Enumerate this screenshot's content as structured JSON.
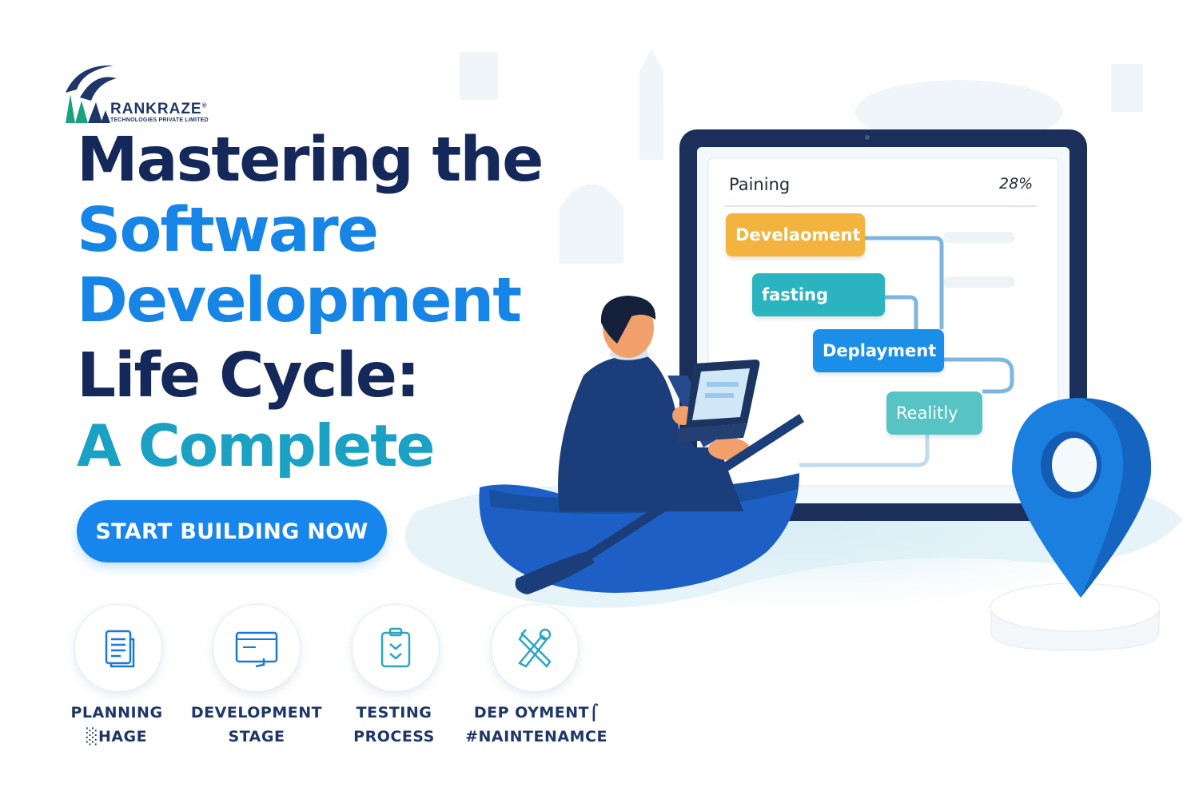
{
  "brand": {
    "name": "RANKRAZE",
    "registered_mark": "®",
    "tagline": "TECHNOLOGIES PRIVATE LIMITED"
  },
  "headline": {
    "line1": "Mastering the",
    "line2": "Software",
    "line3": "Development",
    "line4": "Life Cycle:",
    "line5": "A Complete"
  },
  "cta": {
    "label": "START BUILDING NOW"
  },
  "monitor": {
    "title": "Paining",
    "percent": "28%",
    "cards": [
      "Develaoment",
      "fasting",
      "Deplayment",
      "Realitly"
    ]
  },
  "stages": [
    {
      "icon": "document-icon",
      "line1": "PLANNING",
      "line2": "░HAGE"
    },
    {
      "icon": "monitor-icon",
      "line1": "DEVELOPMENT",
      "line2": "STAGE"
    },
    {
      "icon": "clipboard-icon",
      "line1": "TESTING",
      "line2": "PROCESS"
    },
    {
      "icon": "tools-icon",
      "line1": "DEP  OYMENT⌠",
      "line2": "#NAINTENAMCE"
    }
  ],
  "colors": {
    "navy": "#14285a",
    "blue": "#1685e6",
    "teal": "#1aa1c4",
    "cta": "#1686ec",
    "card_yellow": "#f2b33f",
    "card_teal": "#2bb4c0",
    "card_blue": "#1b8fe8",
    "card_mint": "#58c3c4"
  }
}
